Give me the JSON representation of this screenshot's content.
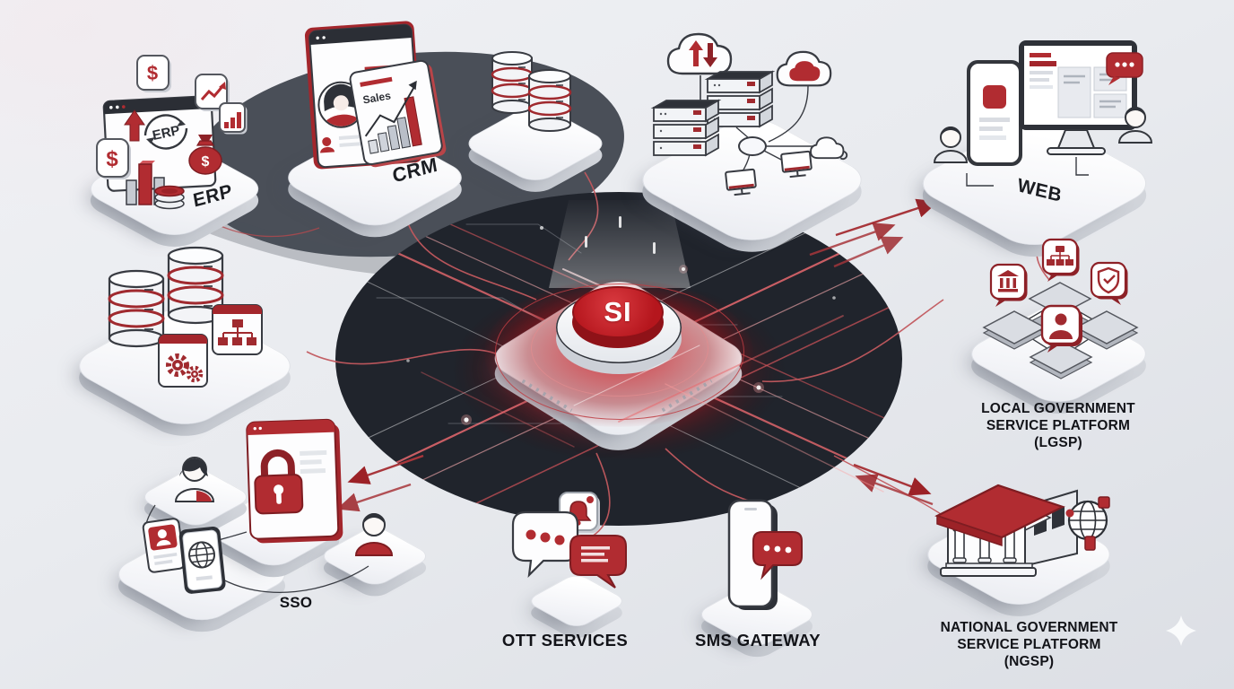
{
  "hub": {
    "label": "SI"
  },
  "nodes": {
    "erp": {
      "label": "ERP",
      "icon_text": "ERP",
      "dollar_sign": "$",
      "icons": [
        "browser-window-icon",
        "sync-arrows-icon",
        "dollar-badge-icon",
        "trend-arrow-badge-icon",
        "bar-chart-badge-icon",
        "money-bag-icon",
        "coin-stack-icon",
        "bar-chart-icon",
        "up-arrow-icon"
      ]
    },
    "crm": {
      "label": "CRM",
      "chart_title": "Sales",
      "icons": [
        "browser-window-icon",
        "female-avatar-icon",
        "user-icon",
        "sales-chart-icon",
        "trend-arrow-icon"
      ]
    },
    "database_top": {
      "icons": [
        "database-stack-icon",
        "database-stack-icon"
      ]
    },
    "servers": {
      "icons": [
        "cloud-transfer-icon",
        "server-stack-icon",
        "server-stack-icon",
        "cloud-data-icon",
        "network-hub-icon",
        "workstation-icon",
        "workstation-icon",
        "cloud-connector-icon"
      ]
    },
    "web": {
      "label": "WEB",
      "icons": [
        "smartphone-app-icon",
        "desktop-monitor-icon",
        "user-icon",
        "user-icon",
        "chat-bubble-icon"
      ]
    },
    "database_left": {
      "icons": [
        "database-stack-icon",
        "database-stack-icon",
        "gears-window-icon",
        "org-chart-window-icon"
      ]
    },
    "lgsp": {
      "label": "LOCAL GOVERNMENT\nSERVICE PLATFORM\n(LGSP)",
      "icons": [
        "government-bubble-icon",
        "org-chart-bubble-icon",
        "shield-bubble-icon",
        "user-bubble-icon",
        "network-tiles-icon"
      ]
    },
    "sso": {
      "label": "SSO",
      "icons": [
        "female-user-icon",
        "padlock-browser-icon",
        "id-card-icon",
        "passport-globe-icon",
        "male-user-icon"
      ]
    },
    "ott": {
      "label": "OTT SERVICES",
      "icons": [
        "chat-bubble-icon",
        "message-bubble-icon",
        "notification-bell-icon"
      ]
    },
    "sms": {
      "label": "SMS GATEWAY",
      "icons": [
        "smartphone-icon",
        "chat-bubble-icon"
      ]
    },
    "ngsp": {
      "label": "NATIONAL GOVERNMENT\nSERVICE PLATFORM\n(NGSP)",
      "icons": [
        "government-building-icon",
        "globe-network-icon"
      ]
    }
  },
  "colors": {
    "accent_red": "#b12c31",
    "dark_red": "#8d2127",
    "button_red": "#c01b22",
    "dark_ellipse": "#20242c",
    "gray_ellipse": "#4a4f58",
    "platform_white": "#fafbfd",
    "background_light": "#eef0f4",
    "background_dark": "#dde0e6",
    "ink": "#15161a"
  }
}
